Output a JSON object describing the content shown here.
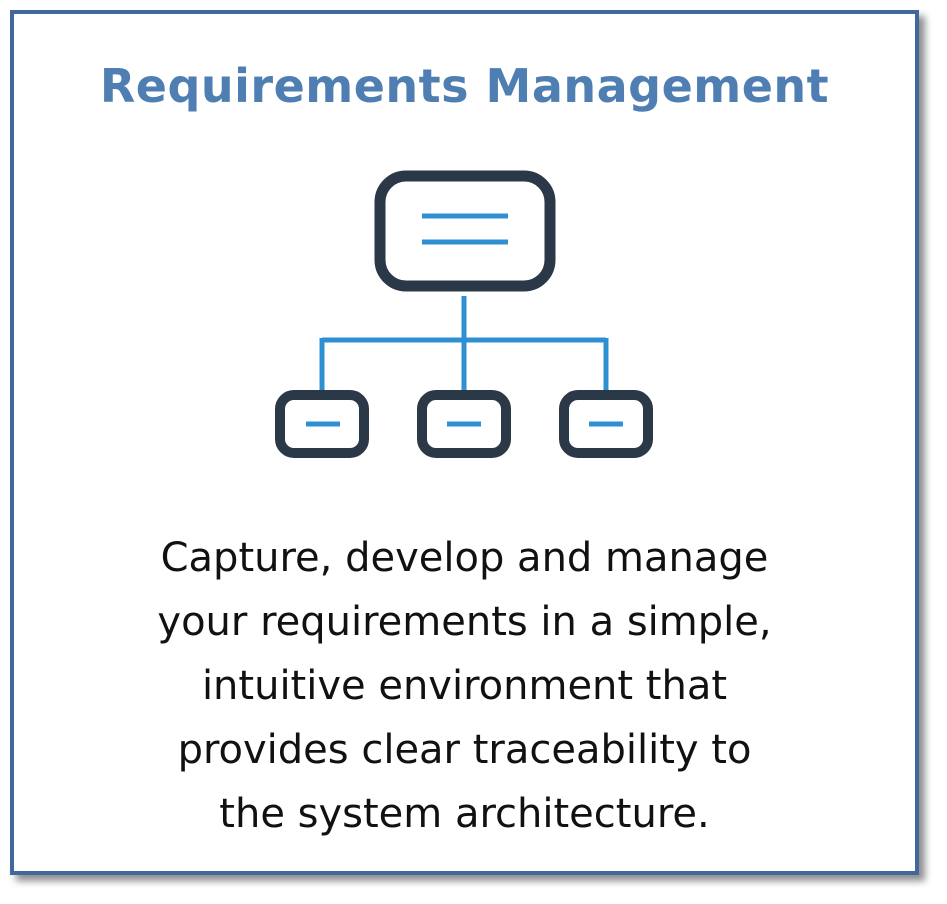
{
  "card": {
    "title": "Requirements Management",
    "icon": "hierarchy-org-chart-icon",
    "description_lines": [
      "Capture, develop and manage",
      "your requirements in a simple,",
      "intuitive environment that",
      "provides clear traceability to",
      "the system architecture."
    ]
  },
  "colors": {
    "border": "#41679c",
    "title": "#4f7fb2",
    "icon_dark": "#2b3848",
    "icon_accent": "#2f8fd3",
    "text": "#111111"
  }
}
